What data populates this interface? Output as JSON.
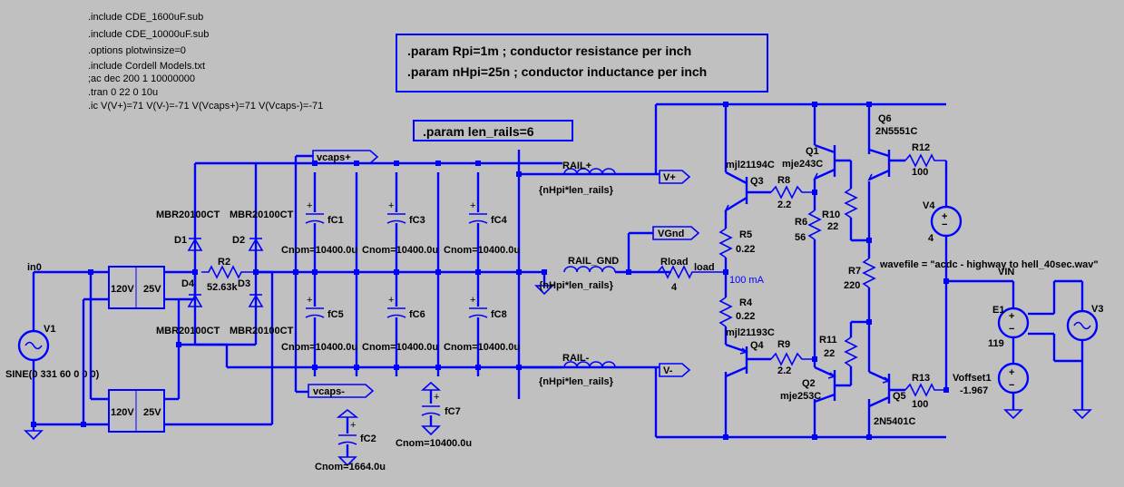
{
  "directives": [
    ".include CDE_1600uF.sub",
    ".include CDE_10000uF.sub",
    ".options plotwinsize=0",
    ".include Cordell Models.txt",
    ";ac dec 200 1 10000000",
    ".tran 0 22 0 10u",
    ".ic V(V+)=71  V(V-)=-71 V(Vcaps+)=71 V(Vcaps-)=-71"
  ],
  "params": {
    "line1": ".param Rpi=1m ; conductor resistance per inch",
    "line2": ".param nHpi=25n ; conductor inductance per inch",
    "len_rails": ".param len_rails=6"
  },
  "nets": {
    "in0": "in0",
    "vcaps_plus": "vcaps+",
    "vcaps_minus": "vcaps-",
    "vplus": "V+",
    "vminus": "V-",
    "vgnd": "VGnd",
    "load": "load",
    "vin": "VIN"
  },
  "sources": {
    "v1_name": "V1",
    "v1_value": "SINE(0 331 60 0 0 0)",
    "v3_name": "V3",
    "v4_name": "V4",
    "v4_value": "4",
    "e1_name": "E1",
    "e1_value": "119",
    "voffset_name": "Voffset1",
    "voffset_value": "-1.967",
    "wavefile": "wavefile = \"acdc - highway to hell_40sec.wav\""
  },
  "transformers": {
    "primary": "120V",
    "secondary": "25V"
  },
  "diodes": {
    "d1": "D1",
    "d2": "D2",
    "d3": "D3",
    "d4": "D4",
    "part": "MBR20100CT"
  },
  "resistors": {
    "r2": "R2",
    "r2_val": "52.63k",
    "r4": "R4",
    "r4_val": "0.22",
    "r5": "R5",
    "r5_val": "0.22",
    "r6": "R6",
    "r6_val": "56",
    "r7": "R7",
    "r7_val": "220",
    "r8": "R8",
    "r8_val": "2.2",
    "r9": "R9",
    "r9_val": "2.2",
    "r10": "R10",
    "r10_val": "22",
    "r11": "R11",
    "r11_val": "22",
    "r12": "R12",
    "r12_val": "100",
    "r13": "R13",
    "r13_val": "100",
    "rload": "Rload",
    "rload_val": "4"
  },
  "capacitors": {
    "fc1": "fC1",
    "fc2": "fC2",
    "fc3": "fC3",
    "fc4": "fC4",
    "fc5": "fC5",
    "fc6": "fC6",
    "fc7": "fC7",
    "fc8": "fC8",
    "cnom_big": "Cnom=10400.0u",
    "cnom_small": "Cnom=1664.0u"
  },
  "inductors": {
    "rail_plus": "RAIL+",
    "rail_gnd": "RAIL_GND",
    "rail_minus": "RAIL-",
    "value": "{nHpi*len_rails}"
  },
  "transistors": {
    "q1": "Q1",
    "q1_part": "mje243C",
    "q2": "Q2",
    "q2_part": "mje253C",
    "q3": "Q3",
    "q3_part": "mjl21194C",
    "q4": "Q4",
    "q4_part": "mjl21193C",
    "q5": "Q5",
    "q5_part": "2N5401C",
    "q6": "Q6",
    "q6_part": "2N5551C"
  },
  "annotations": {
    "current": "100 mA"
  }
}
